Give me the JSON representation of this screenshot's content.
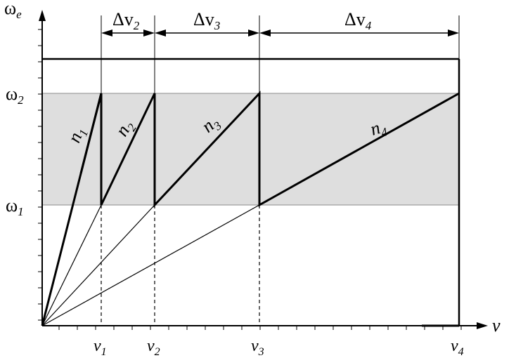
{
  "y_axis": {
    "symbol": "ω",
    "subscript": "e"
  },
  "x_axis": {
    "symbol": "v"
  },
  "omega_levels": [
    {
      "id": "omega1",
      "symbol": "ω",
      "subscript": "1"
    },
    {
      "id": "omega2",
      "symbol": "ω",
      "subscript": "2"
    }
  ],
  "speeds": [
    {
      "id": "v1",
      "symbol": "v",
      "subscript": "1"
    },
    {
      "id": "v2",
      "symbol": "v",
      "subscript": "2"
    },
    {
      "id": "v3",
      "symbol": "v",
      "subscript": "3"
    },
    {
      "id": "v4",
      "symbol": "v",
      "subscript": "4"
    }
  ],
  "intervals": [
    {
      "id": "dv2",
      "symbol": "Δv",
      "subscript": "2"
    },
    {
      "id": "dv3",
      "symbol": "Δv",
      "subscript": "3"
    },
    {
      "id": "dv4",
      "symbol": "Δv",
      "subscript": "4"
    }
  ],
  "gears": [
    {
      "id": "n1",
      "symbol": "n",
      "subscript": "1"
    },
    {
      "id": "n2",
      "symbol": "n",
      "subscript": "2"
    },
    {
      "id": "n3",
      "symbol": "n",
      "subscript": "3"
    },
    {
      "id": "n4",
      "symbol": "n",
      "subscript": "4"
    }
  ],
  "colors": {
    "band": "#dedede",
    "line": "#000000",
    "band_edge": "#8a8a8a"
  }
}
